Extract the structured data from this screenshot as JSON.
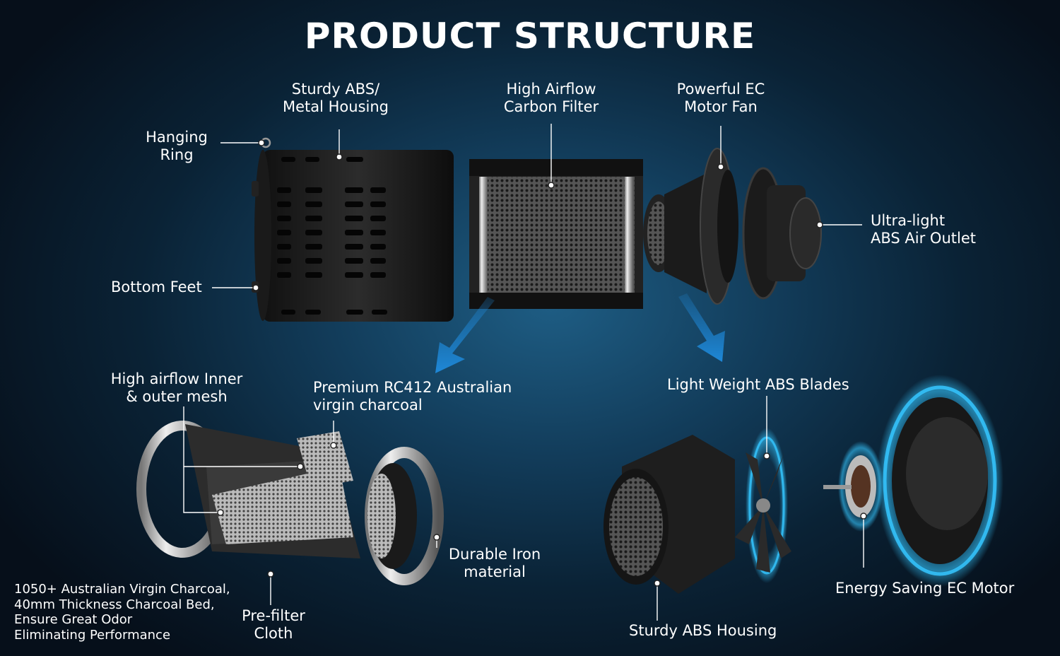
{
  "title": "PRODUCT STRUCTURE",
  "labels": {
    "hanging_ring": [
      "Hanging",
      "Ring"
    ],
    "housing": [
      "Sturdy ABS/",
      "Metal Housing"
    ],
    "carbon_filter": [
      "High Airflow",
      "Carbon Filter"
    ],
    "ec_motor_fan": [
      "Powerful EC",
      "Motor Fan"
    ],
    "air_outlet": [
      "Ultra-light",
      "ABS Air Outlet"
    ],
    "bottom_feet": "Bottom Feet",
    "inner_outer_mesh": [
      "High airflow Inner",
      "& outer mesh"
    ],
    "charcoal": [
      "Premium RC412 Australian",
      "virgin charcoal"
    ],
    "iron_material": [
      "Durable Iron",
      "material"
    ],
    "prefilter": [
      "Pre-filter",
      "Cloth"
    ],
    "charcoal_note": [
      "1050+ Australian Virgin Charcoal,",
      "40mm Thickness Charcoal Bed,",
      "Ensure Great Odor",
      "Eliminating Performance"
    ],
    "blades": "Light Weight ABS Blades",
    "ec_motor": "Energy Saving EC Motor",
    "abs_housing": "Sturdy ABS Housing"
  },
  "colors": {
    "accent_blue": "#1e88d8",
    "glow": "#35c6ff",
    "leader": "#ffffff"
  }
}
